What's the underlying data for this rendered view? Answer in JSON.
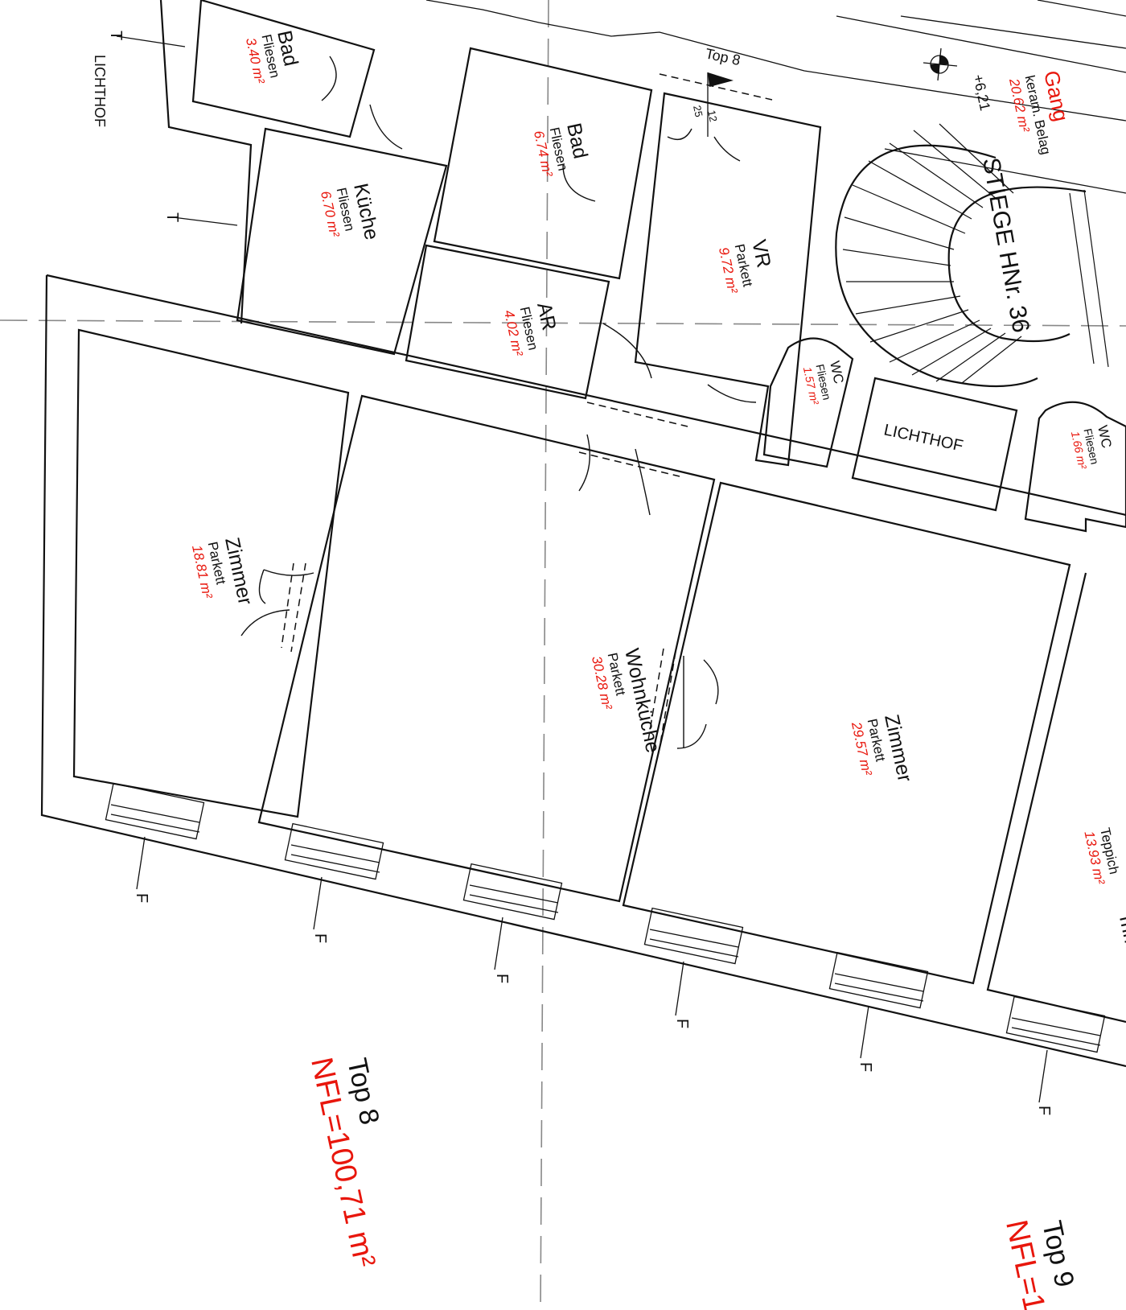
{
  "rooms": {
    "bad_top": {
      "name": "Bad",
      "floor": "Fliesen",
      "area": "3.40 m²"
    },
    "kueche": {
      "name": "Küche",
      "floor": "Fliesen",
      "area": "6.70 m²"
    },
    "bad": {
      "name": "Bad",
      "floor": "Fliesen",
      "area": "6.74 m²"
    },
    "ar": {
      "name": "AR",
      "floor": "Fliesen",
      "area": "4.02 m²"
    },
    "vr": {
      "name": "VR",
      "floor": "Parkett",
      "area": "9.72 m²"
    },
    "wc1": {
      "name": "WC",
      "floor": "Fliesen",
      "area": "1.57 m²"
    },
    "wc2": {
      "name": "WC",
      "floor": "Fliesen",
      "area": "1.66 m²"
    },
    "zimmer1": {
      "name": "Zimmer",
      "floor": "Parkett",
      "area": "18.81 m²"
    },
    "wohnkueche": {
      "name": "Wohnküche",
      "floor": "Parkett",
      "area": "30.28 m²"
    },
    "zimmer2": {
      "name": "Zimmer",
      "floor": "Parkett",
      "area": "29.57 m²"
    },
    "zimmer3": {
      "name": "mmer",
      "floor": "Teppich",
      "area": "13.93 m²"
    },
    "gang": {
      "name": "Gang",
      "floor": "keram. Belag",
      "area": "20.62 m²"
    }
  },
  "labels": {
    "lichthof_left": "LICHTHOF",
    "lichthof_mid": "LICHTHOF",
    "stiege": "STIEGE HNr. 36",
    "top8_marker": "Top 8",
    "elevation": "+6,21",
    "step_a": "12",
    "step_b": "25",
    "fenster": "F",
    "t_mark": "T"
  },
  "units": {
    "top8": {
      "title": "Top 8",
      "nfl": "NFL=100,71 m²"
    },
    "top9": {
      "title": "Top 9",
      "nfl": "NFL=1"
    }
  },
  "colors": {
    "area_text": "#e8160c",
    "walls": "#111111",
    "axis": "#888888"
  }
}
